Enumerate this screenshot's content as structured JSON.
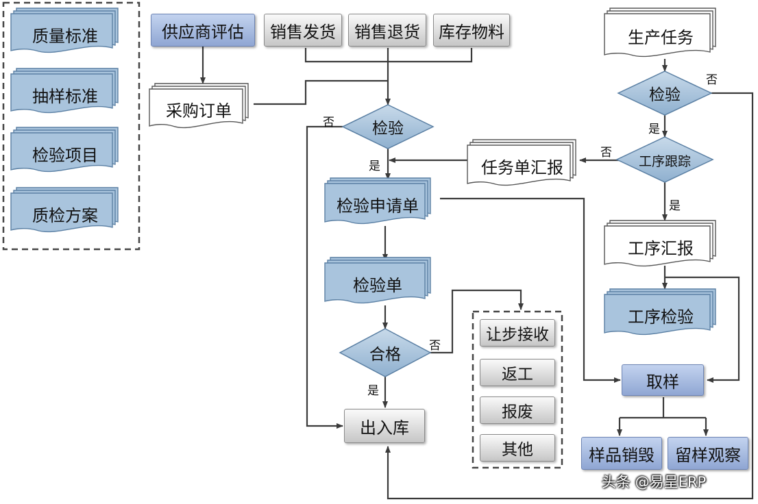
{
  "standards": [
    "质量标准",
    "抽样标准",
    "检验项目",
    "质检方案"
  ],
  "sources": {
    "supplier_eval": "供应商评估",
    "sales_ship": "销售发货",
    "sales_return": "销售退货",
    "inventory": "库存物料"
  },
  "purchase_order": "采购订单",
  "inspect_main": "检验",
  "inspect_request": "检验申请单",
  "inspect_sheet": "检验单",
  "qualified": "合格",
  "in_out_stock": "出入库",
  "disposition": [
    "让步接收",
    "返工",
    "报废",
    "其他"
  ],
  "production": {
    "task": "生产任务",
    "inspect": "检验",
    "process_track": "工序跟踪",
    "task_report": "任务单汇报",
    "process_report": "工序汇报",
    "process_inspect": "工序检验"
  },
  "sampling": {
    "take_sample": "取样",
    "sample_destroy": "样品销毁",
    "sample_keep": "留样观察"
  },
  "labels": {
    "yes": "是",
    "no": "否"
  },
  "watermark": "头条 @易呈ERP",
  "colors": {
    "doc_blue": "#a9c4dd",
    "doc_blue_border": "#5a7fa3",
    "diamond_blue": "#a7c1da",
    "line": "#3a3a3a"
  }
}
